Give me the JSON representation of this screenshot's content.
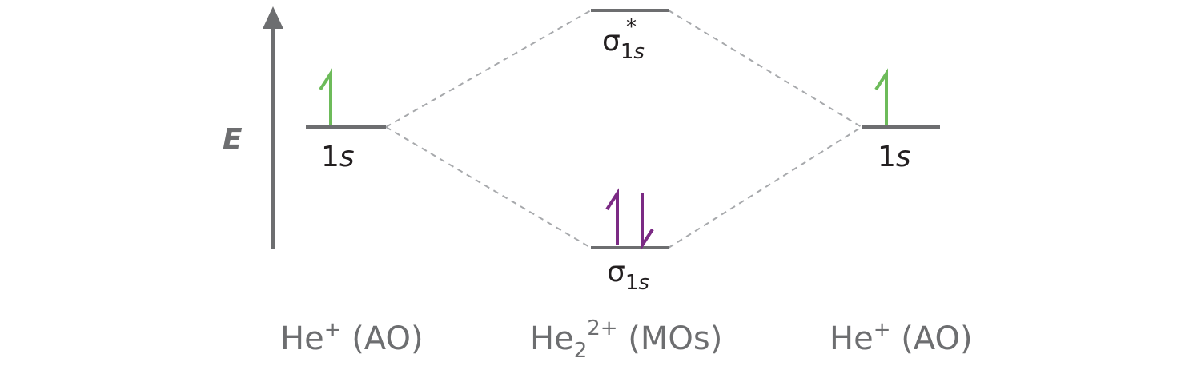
{
  "axis": {
    "label": "E"
  },
  "colors": {
    "axis": "#6d6e70",
    "level": "#6d6e70",
    "dashed": "#a7a9ac",
    "text": "#231f20",
    "caption": "#6d6e70",
    "spin_green": "#6dbb5a",
    "spin_purple": "#7b2a84"
  },
  "left_ao": {
    "orbital_main": "1",
    "orbital_sub": "s",
    "electrons": [
      "up"
    ],
    "caption_main": "He",
    "caption_sup": "+",
    "caption_rest": " (AO)"
  },
  "right_ao": {
    "orbital_main": "1",
    "orbital_sub": "s",
    "electrons": [
      "up"
    ],
    "caption_main": "He",
    "caption_sup": "+",
    "caption_rest": " (AO)"
  },
  "antibonding_mo": {
    "symbol": "σ",
    "subscript_num": "1",
    "subscript_letter": "s",
    "superscript": "*",
    "electrons": []
  },
  "bonding_mo": {
    "symbol": "σ",
    "subscript_num": "1",
    "subscript_letter": "s",
    "electrons": [
      "up",
      "down"
    ]
  },
  "center_caption": {
    "main": "He",
    "sub": "2",
    "sup": "2+",
    "rest": " (MOs)"
  }
}
